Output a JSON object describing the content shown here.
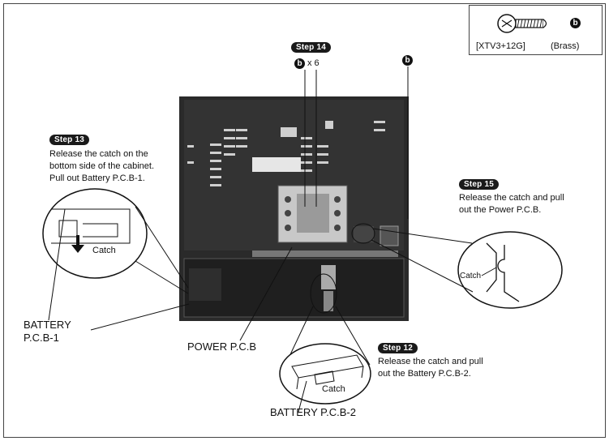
{
  "legend": {
    "symbol": "b",
    "screw_code": "[XTV3+12G]",
    "material": "(Brass)"
  },
  "step14": {
    "label": "Step 14",
    "symbol": "b",
    "count": "x 6"
  },
  "top_symbol": "b",
  "step13": {
    "label": "Step 13",
    "lines": [
      "Release the catch on the",
      "bottom side of the cabinet.",
      "Pull out Battery P.C.B-1."
    ]
  },
  "step15": {
    "label": "Step 15",
    "lines": [
      "Release the catch and pull",
      "out the Power P.C.B."
    ]
  },
  "step12": {
    "label": "Step 12",
    "lines": [
      "Release the catch and pull",
      "out the Battery P.C.B-2."
    ]
  },
  "callouts": {
    "battery1_line1": "BATTERY",
    "battery1_line2": "P.C.B-1",
    "power": "POWER P.C.B",
    "battery2": "BATTERY P.C.B-2",
    "catch_left": "Catch",
    "catch_right": "Catch",
    "catch_bottom": "Catch"
  }
}
